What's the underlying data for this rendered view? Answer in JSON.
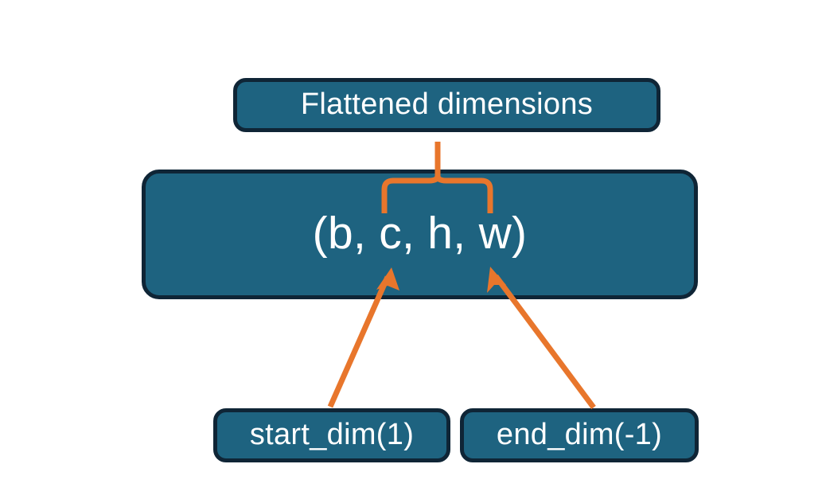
{
  "diagram": {
    "title_node": {
      "label": "Flattened dimensions"
    },
    "shape_node": {
      "label": "(b, c, h, w)"
    },
    "start_node": {
      "label": "start_dim(1)"
    },
    "end_node": {
      "label": "end_dim(-1)"
    },
    "connectors": [
      {
        "name": "brace-to-flattened",
        "type": "curly-brace",
        "spans": "c, h, w",
        "color": "#e8762c"
      },
      {
        "name": "start-dim-arrow",
        "type": "arrow",
        "from": "start_dim(1)",
        "to": "c",
        "color": "#e8762c"
      },
      {
        "name": "end-dim-arrow",
        "type": "arrow",
        "from": "end_dim(-1)",
        "to": "w",
        "color": "#e8762c"
      }
    ],
    "colors": {
      "node_fill": "#1e6380",
      "node_border": "#0f2536",
      "node_text": "#ffffff",
      "accent": "#e8762c",
      "background": "#ffffff"
    }
  }
}
